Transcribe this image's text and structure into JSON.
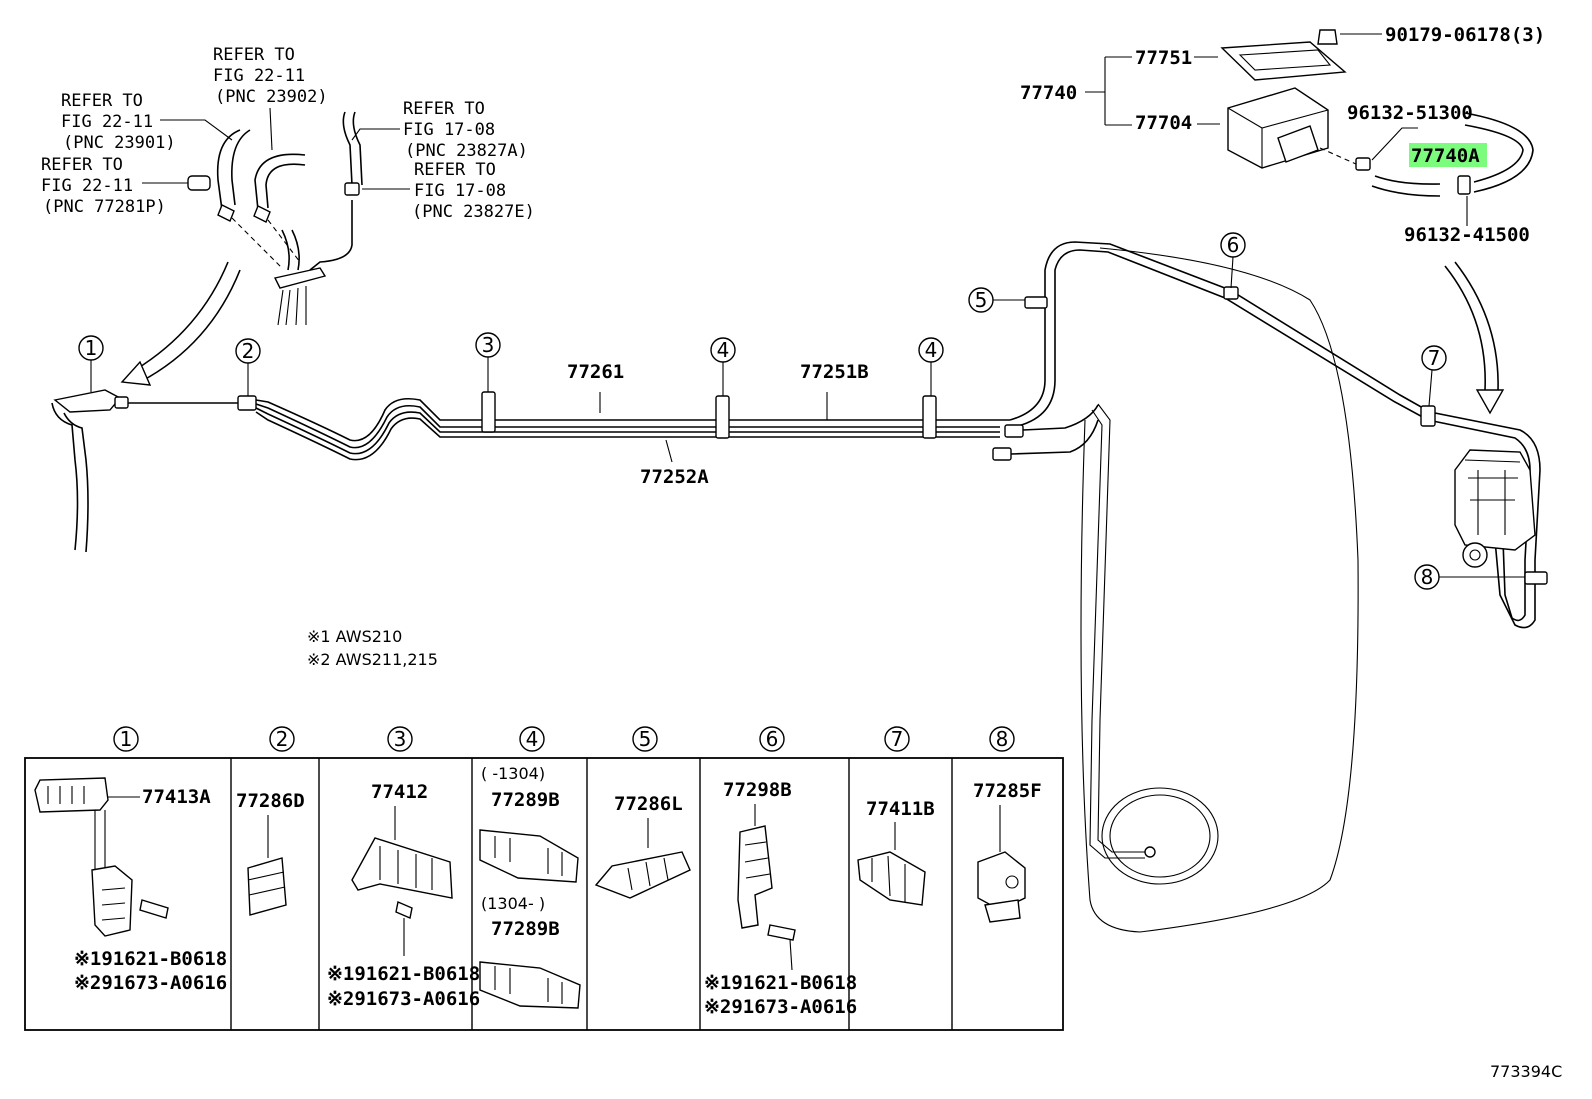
{
  "refer_callouts": [
    {
      "line1": "REFER TO",
      "line2": "FIG 22-11",
      "line3": "(PNC 23902)"
    },
    {
      "line1": "REFER TO",
      "line2": "FIG 22-11",
      "line3": "(PNC 23901)"
    },
    {
      "line1": "REFER TO",
      "line2": "FIG 22-11",
      "line3": "(PNC 77281P)"
    },
    {
      "line1": "REFER TO",
      "line2": "FIG 17-08",
      "line3": "(PNC 23827A)"
    },
    {
      "line1": "REFER TO",
      "line2": "FIG 17-08",
      "line3": "(PNC 23827E)"
    }
  ],
  "canister": {
    "assembly": "77740",
    "cover": "77751",
    "body": "77704",
    "bolt": "90179-06178(3)",
    "clip_a": "96132-51300",
    "hose": "77740A",
    "clip_b": "96132-41500"
  },
  "main_lines": {
    "pipe_1": "77261",
    "pipe_2": "77251B",
    "pipe_3": "77252A"
  },
  "markers": [
    "1",
    "2",
    "3",
    "4",
    "4",
    "5",
    "6",
    "7",
    "8"
  ],
  "notes": [
    "※1 AWS210",
    "※2 AWS211,215"
  ],
  "table": {
    "headers": [
      "1",
      "2",
      "3",
      "4",
      "5",
      "6",
      "7",
      "8"
    ],
    "cells": [
      {
        "parts": [
          "77413A"
        ],
        "sub": [
          "※191621-B0618",
          "※291673-A0616"
        ]
      },
      {
        "parts": [
          "77286D"
        ],
        "sub": []
      },
      {
        "parts": [
          "77412"
        ],
        "sub": [
          "※191621-B0618",
          "※291673-A0616"
        ]
      },
      {
        "parts": [
          "77289B",
          "77289B"
        ],
        "ranges": [
          "(    -1304)",
          "(1304-    )"
        ],
        "sub": []
      },
      {
        "parts": [
          "77286L"
        ],
        "sub": []
      },
      {
        "parts": [
          "77298B"
        ],
        "sub": [
          "※191621-B0618",
          "※291673-A0616"
        ]
      },
      {
        "parts": [
          "77411B"
        ],
        "sub": []
      },
      {
        "parts": [
          "77285F"
        ],
        "sub": []
      }
    ]
  },
  "highlight_color": "#7CFC7C",
  "figure_id": "773394C"
}
